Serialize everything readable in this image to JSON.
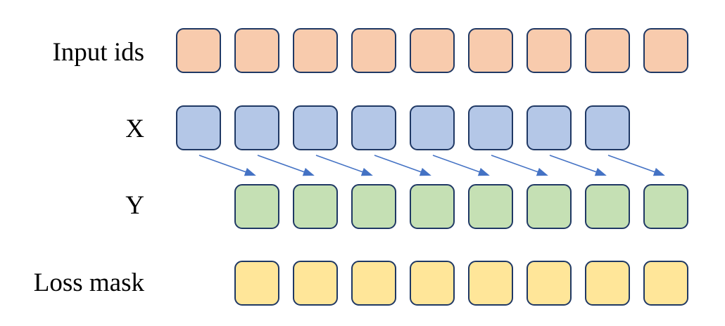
{
  "diagram": {
    "background": "#FFFFFF",
    "box_border_color": "#1F3864",
    "arrow_color": "#4472C4",
    "label_color": "#000000",
    "rows": [
      {
        "name": "input-ids",
        "label": "Input ids",
        "count": 9,
        "fill": "#F8CBAD",
        "col_shift": 0
      },
      {
        "name": "x",
        "label": "X",
        "count": 8,
        "fill": "#B4C7E7",
        "col_shift": 0
      },
      {
        "name": "y",
        "label": "Y",
        "count": 8,
        "fill": "#C5E0B4",
        "col_shift": 1
      },
      {
        "name": "loss-mask",
        "label": "Loss mask",
        "count": 8,
        "fill": "#FFE699",
        "col_shift": 1
      }
    ],
    "arrows": {
      "from_row": "x",
      "to_row": "y",
      "count": 8
    }
  }
}
